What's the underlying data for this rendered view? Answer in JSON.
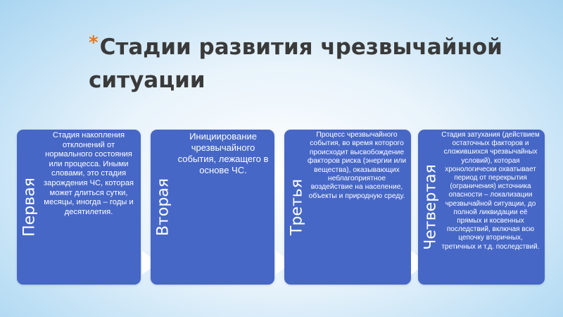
{
  "slide": {
    "title_marker": "*",
    "title": "Стадии развития чрезвычайной ситуации"
  },
  "stages": [
    {
      "label": "Первая",
      "text": "Стадия накопления отклонений от нормального состояния или процесса. Иными словами, это стадия зарождения ЧС, которая может длиться сутки, месяцы, иногда – годы и десятилетия."
    },
    {
      "label": "Вторая",
      "text": "Инициирование чрезвычайного события, лежащего в основе ЧС."
    },
    {
      "label": "Третья",
      "text": "Процесс чрезвычайного события, во время которого происходит высвобождение факторов риска (энергии или вещества), оказывающих неблагоприятное воздействие на население, объекты и природную среду."
    },
    {
      "label": "Четвертая",
      "text": "Стадия затухания (действием остаточных факторов и сложившихся чрезвычайных условий), которая хронологически охватывает период от перекрытия (ограничения) источника опасности – локализации чрезвычайной ситуации, до полной ликвидации её прямых и косвенных последствий, включая всю цепочку вторичных, третичных и т.д. последствий."
    }
  ],
  "colors": {
    "card": "#4667c6",
    "title_marker": "#e07a2b",
    "title_text": "#3a3a3a"
  }
}
